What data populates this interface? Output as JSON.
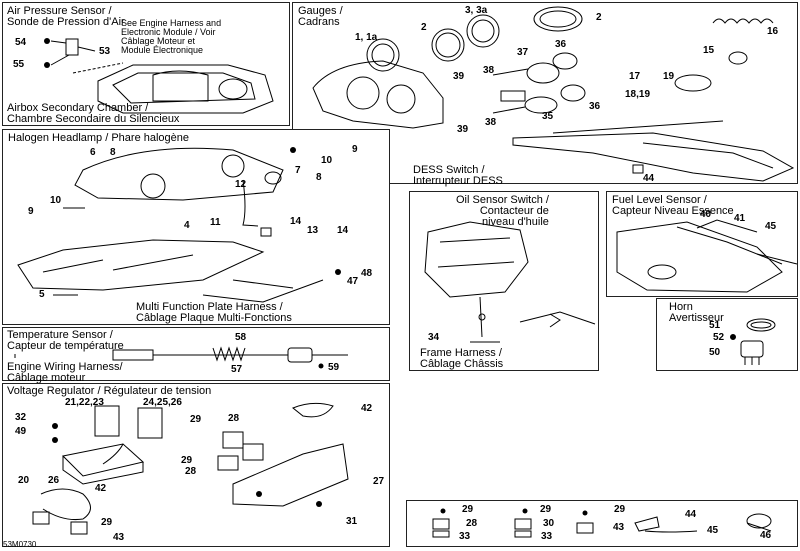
{
  "diagram_code": "53M0730",
  "panels": {
    "air_pressure": {
      "title": "Air Pressure Sensor /\nSonde de Pression d'Air",
      "note": "See Engine Harness and\nElectronic Module / Voir\nCâblage Moteur et\nModule Électronique",
      "caption": "Airbox Secondary Chamber /\nChambre Secondaire du Silencieux",
      "labels": [
        "54",
        "53",
        "55"
      ]
    },
    "gauges": {
      "title": "Gauges /\nCadrans",
      "caption": "DESS Switch /\nInterrupteur DESS",
      "labels": [
        "3, 3a",
        "2",
        "1, 1a",
        "2",
        "16",
        "15",
        "37",
        "36",
        "38",
        "39",
        "17",
        "19",
        "18,19",
        "36",
        "39",
        "38",
        "35",
        "44"
      ]
    },
    "headlamp": {
      "title": "Halogen Headlamp / Phare halogène",
      "caption": "Multi Function Plate Harness /\nCâblage Plaque Multi-Fonctions",
      "labels": [
        "6",
        "8",
        "9",
        "10",
        "7",
        "8",
        "12",
        "10",
        "9",
        "11",
        "14",
        "4",
        "13",
        "14",
        "48",
        "47",
        "5"
      ]
    },
    "oil_sensor": {
      "title": "Oil Sensor Switch /\nContacteur de\nniveau d'huile",
      "caption": "Frame Harness /\nCâblage Châssis",
      "labels": [
        "34"
      ]
    },
    "fuel_sensor": {
      "title": "Fuel Level Sensor /\nCapteur Niveau Essence",
      "labels": [
        "40",
        "41",
        "45"
      ]
    },
    "horn": {
      "title": "Horn\nAvertisseur",
      "labels": [
        "51",
        "52",
        "50"
      ]
    },
    "temperature": {
      "title": "Temperature Sensor /\nCapteur de température",
      "caption": "Engine Wiring Harness/\nCâblage moteur",
      "labels": [
        "58",
        "57",
        "59"
      ]
    },
    "voltage": {
      "title": "Voltage Regulator / Régulateur de tension",
      "labels": [
        "21,22,23",
        "24,25,26",
        "42",
        "32",
        "29",
        "28",
        "49",
        "29",
        "28",
        "27",
        "20",
        "26",
        "42",
        "29",
        "31",
        "43"
      ]
    },
    "hardware": {
      "labels": [
        "29",
        "28",
        "33",
        "29",
        "30",
        "33",
        "29",
        "43",
        "44",
        "45",
        "46"
      ]
    }
  }
}
